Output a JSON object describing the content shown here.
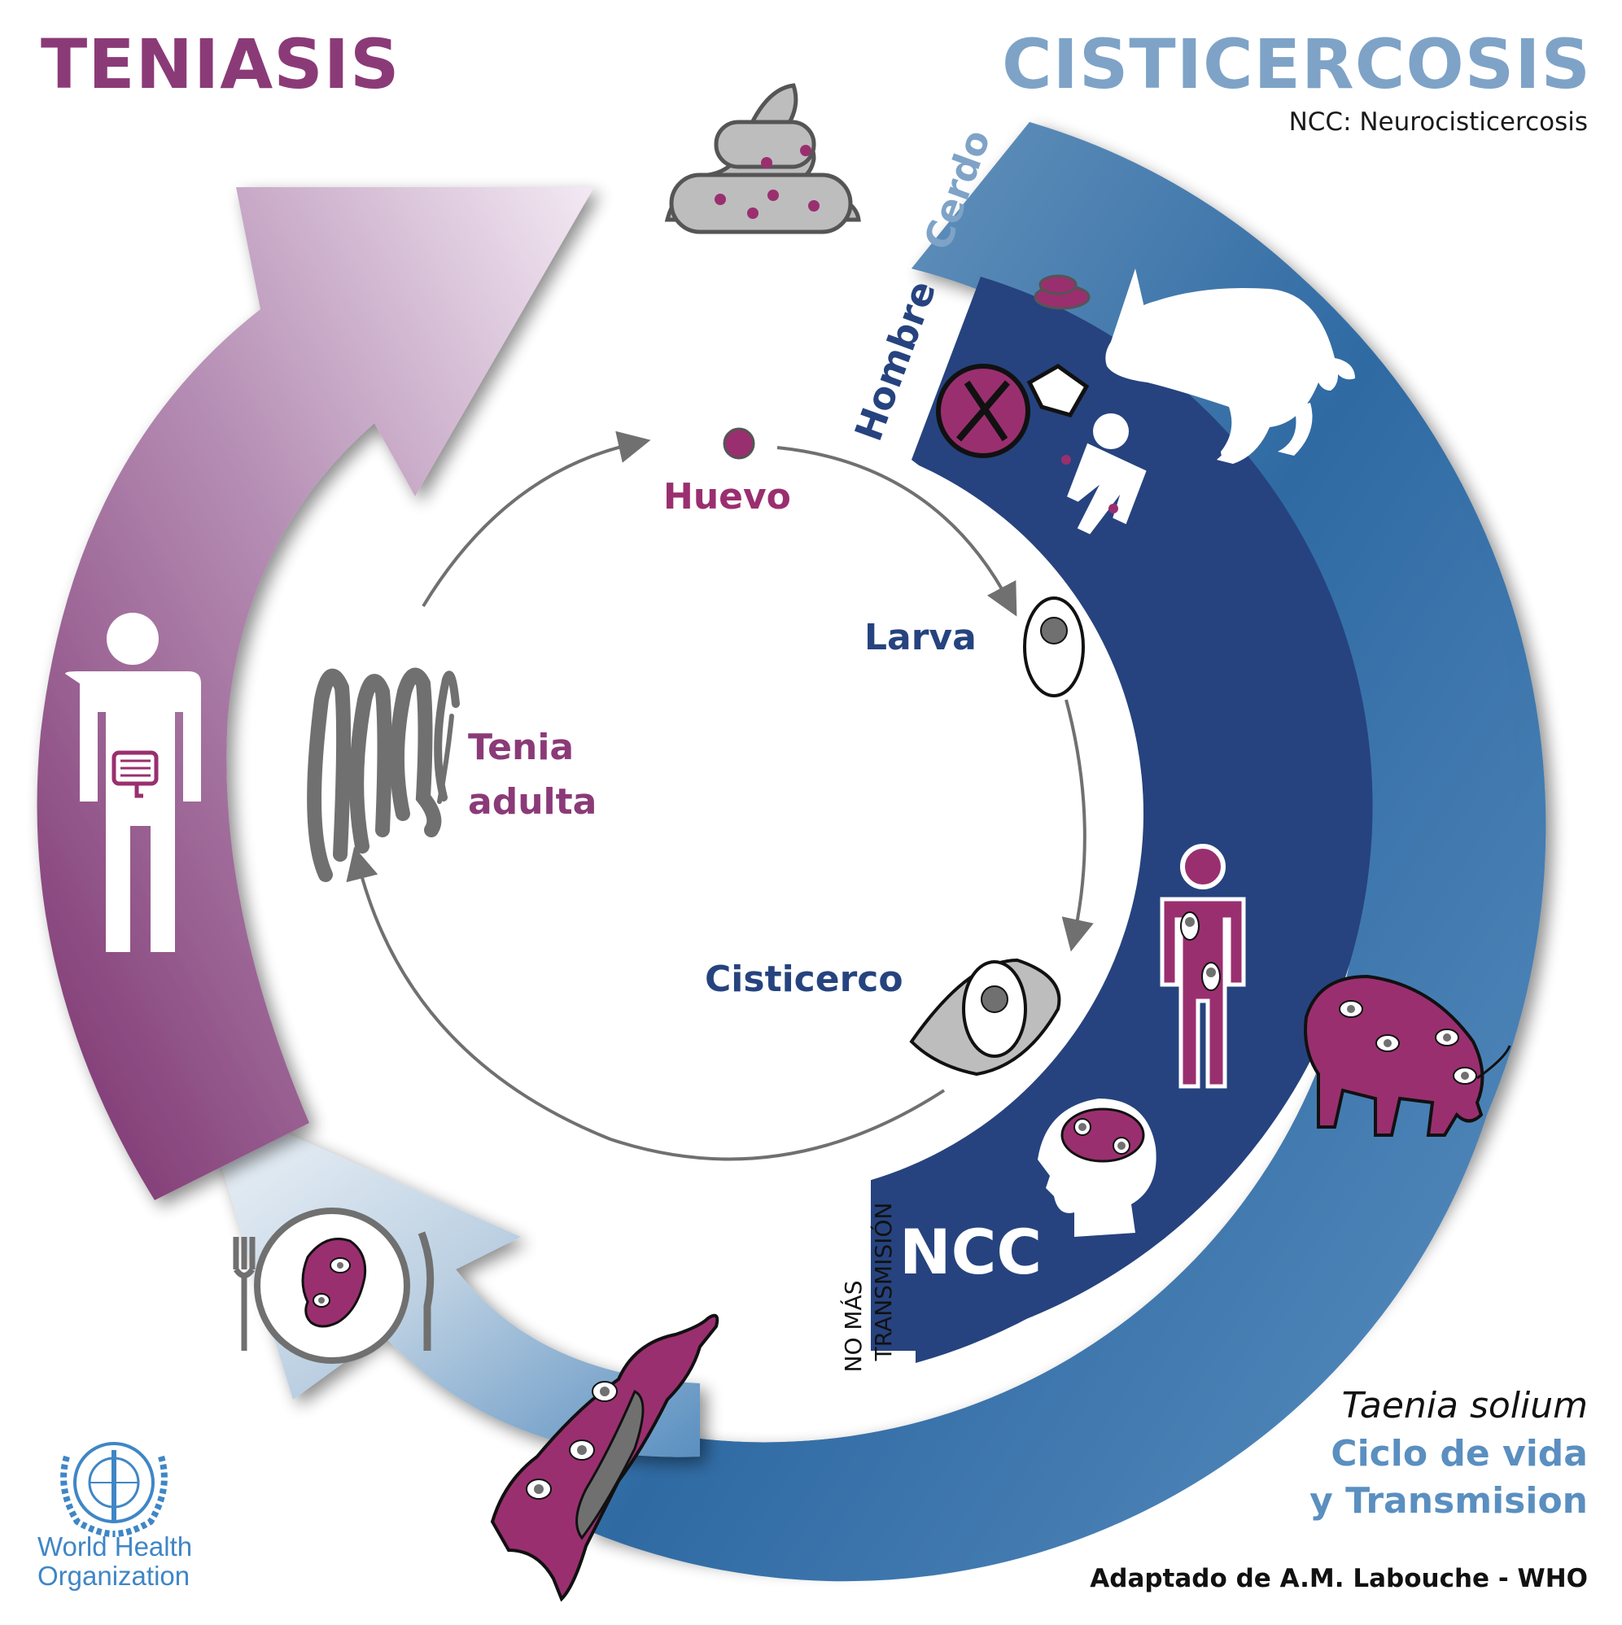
{
  "titles": {
    "left": "TENIASIS",
    "right": "CISTICERCOSIS",
    "right_subtitle": "NCC: Neurocisticercosis"
  },
  "stages": {
    "egg": "Huevo",
    "larva": "Larva",
    "cysticercus": "Cisticerco",
    "adult_line1": "Tenia",
    "adult_line2": "adulta"
  },
  "band_labels": {
    "human": "Hombre",
    "pig": "Cerdo",
    "ncc": "NCC",
    "no_transmission_line1": "NO MÁS",
    "no_transmission_line2": "TRANSMISIÓN"
  },
  "footer": {
    "species": "Taenia solium",
    "cycle_line1": "Ciclo de vida",
    "cycle_line2": "y Transmision",
    "credit": "Adaptado de A.M. Labouche - WHO"
  },
  "logo": {
    "line1": "World Health",
    "line2": "Organization"
  },
  "colors": {
    "teniasis_purple": "#8b3a78",
    "cisticercosis_light_blue": "#7ea3c7",
    "dark_navy_band": "#26437f",
    "outer_blue_band": "#2f6aa3",
    "magenta_parasite": "#9a2f6f",
    "gray_icon": "#707070",
    "who_blue": "#3f86c6"
  },
  "icons": {
    "stool": "stool-icon",
    "pig_white": "pig-silhouette-icon",
    "pig_infected": "infected-pig-icon",
    "human_intestine": "human-intestine-icon",
    "human_cysts": "human-with-cysts-icon",
    "brain_cysts": "brain-cysts-head-icon",
    "infected_meat_plate": "plate-meat-icon",
    "pork_leg": "infected-pork-leg-icon",
    "eating_contaminated": "eating-hands-icon",
    "adult_tapeworm": "tapeworm-icon",
    "who": "who-logo-icon"
  }
}
